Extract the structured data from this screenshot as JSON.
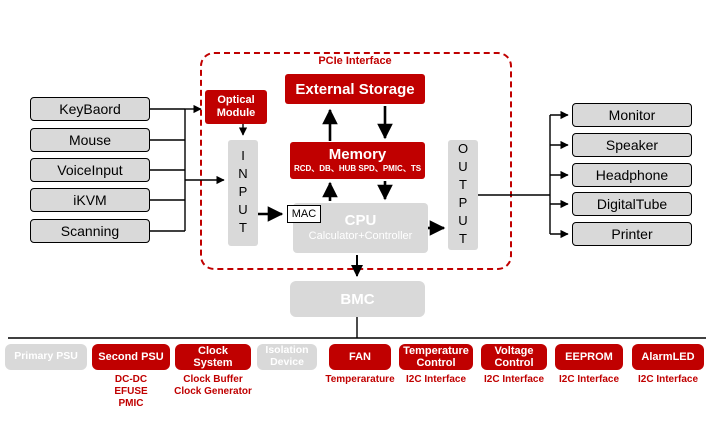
{
  "diagram": {
    "colors": {
      "red": "#c00000",
      "gray": "#d9d9d9"
    },
    "input_devices": [
      "KeyBaord",
      "Mouse",
      "VoiceInput",
      "iKVM",
      "Scanning"
    ],
    "output_devices": [
      "Monitor",
      "Speaker",
      "Headphone",
      "DigitalTube",
      "Printer"
    ],
    "core": {
      "pcie_label": "PCIe Interface",
      "optical_module": "Optical Module",
      "external_storage": "External Storage",
      "memory_title": "Memory",
      "memory_sub": "RCD、DB、HUB SPD、PMIC、TS",
      "input_label": "INPUT",
      "mac_label": "MAC",
      "cpu_title": "CPU",
      "cpu_sub": "Calculator+Controller",
      "output_label": "OUTPUT"
    },
    "bmc_label": "BMC",
    "bottom_units": [
      {
        "label": "Primary PSU",
        "style": "gray",
        "sub": []
      },
      {
        "label": "Second PSU",
        "style": "red",
        "sub": [
          "DC-DC",
          "EFUSE",
          "PMIC"
        ]
      },
      {
        "label": "Clock System",
        "style": "red",
        "sub": [
          "Clock Buffer",
          "Clock Generator"
        ]
      },
      {
        "label": "Isolation Device",
        "style": "gray",
        "sub": []
      },
      {
        "label": "FAN",
        "style": "red",
        "sub": [
          "Temperarature"
        ]
      },
      {
        "label": "Temperature Control",
        "style": "red",
        "sub": [
          "I2C Interface"
        ]
      },
      {
        "label": "Voltage Control",
        "style": "red",
        "sub": [
          "I2C Interface"
        ]
      },
      {
        "label": "EEPROM",
        "style": "red",
        "sub": [
          "I2C Interface"
        ]
      },
      {
        "label": "AlarmLED",
        "style": "red",
        "sub": [
          "I2C Interface"
        ]
      }
    ]
  }
}
